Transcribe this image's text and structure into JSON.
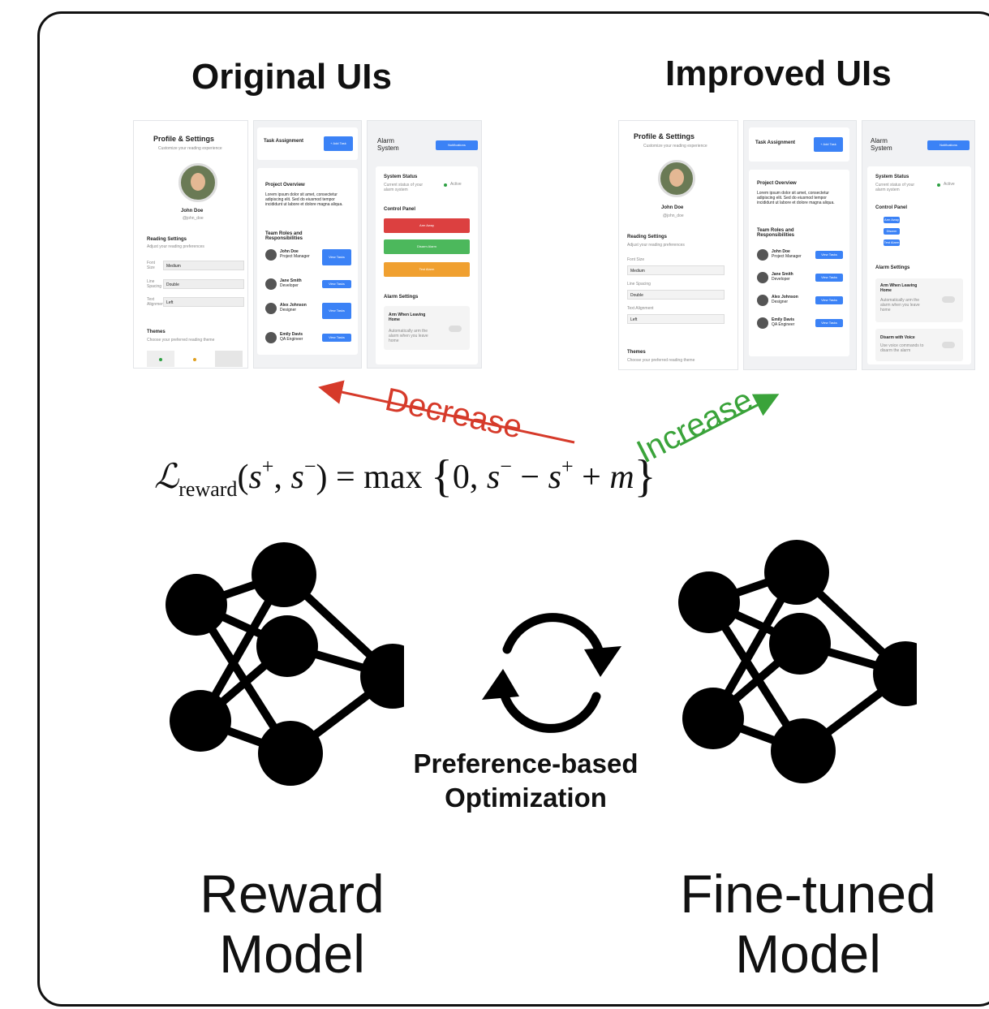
{
  "headings": {
    "original": "Original UIs",
    "improved": "Improved UIs"
  },
  "arrows": {
    "decrease": "Decrease",
    "increase": "Increase",
    "decrease_color": "#d63a2a",
    "increase_color": "#3aa33a"
  },
  "formula": {
    "L": "ℒ",
    "sub": "reward",
    "args_open": "(",
    "s1": "s",
    "s1_sup": "+",
    "comma": ", ",
    "s2": "s",
    "s2_sup": "−",
    "args_close": ")",
    "eq": " = max ",
    "brace_open": "{",
    "zero": "0, ",
    "s3": "s",
    "s3_sup": "−",
    "minus": " − ",
    "s4": "s",
    "s4_sup": "+",
    "plus": " + ",
    "m": "m",
    "brace_close": "}"
  },
  "labels": {
    "pbo_line1": "Preference-based",
    "pbo_line2": "Optimization",
    "reward_line1": "Reward",
    "reward_line2": "Model",
    "finetuned_line1": "Fine-tuned",
    "finetuned_line2": "Model"
  },
  "icons": {
    "left_model": "neural-network-icon",
    "right_model": "neural-network-icon",
    "cycle": "refresh-cycle-icon"
  },
  "mini_ui": {
    "profile": {
      "title": "Profile & Settings",
      "subtitle": "Customize your reading experience",
      "name": "John Doe",
      "handle": "@john_doe",
      "reading_title": "Reading Settings",
      "reading_sub": "Adjust your reading preferences",
      "font_size_label": "Font Size",
      "font_size_value": "Medium",
      "line_spacing_label": "Line Spacing",
      "line_spacing_value": "Double",
      "text_align_label": "Text Alignment",
      "text_align_value": "Left",
      "themes_title": "Themes",
      "themes_sub": "Choose your preferred reading theme"
    },
    "task": {
      "title": "Task Assignment",
      "add_button": "+ Add Task",
      "overview_title": "Project Overview",
      "overview_text": "Lorem ipsum dolor sit amet, consectetur adipiscing elit. Sed do eiusmod tempor incididunt ut labore et dolore magna aliqua.",
      "roles_title": "Team Roles and Responsibilities",
      "members": [
        {
          "name": "John Doe",
          "role": "Project Manager",
          "button": "View Tasks"
        },
        {
          "name": "Jane Smith",
          "role": "Developer",
          "button": "View Tasks"
        },
        {
          "name": "Alex Johnson",
          "role": "Designer",
          "button": "View Tasks"
        },
        {
          "name": "Emily Davis",
          "role": "QA Engineer",
          "button": "View Tasks"
        }
      ]
    },
    "alarm": {
      "title": "Alarm System",
      "notifications": "Notifications",
      "status_title": "System Status",
      "status_sub": "Current status of your alarm system",
      "status_value": "Active",
      "control_title": "Control Panel",
      "arm_away": "Arm Away",
      "disarm": "Disarm Alarm",
      "arm_stay": "Test Alarm",
      "settings_title": "Alarm Settings",
      "arm_leaving": "Arm When Leaving Home",
      "arm_leaving_sub": "Automatically arm the alarm when you leave home",
      "disarm_voice": "Disarm with Voice",
      "disarm_voice_sub": "Use voice commands to disarm the alarm"
    }
  }
}
